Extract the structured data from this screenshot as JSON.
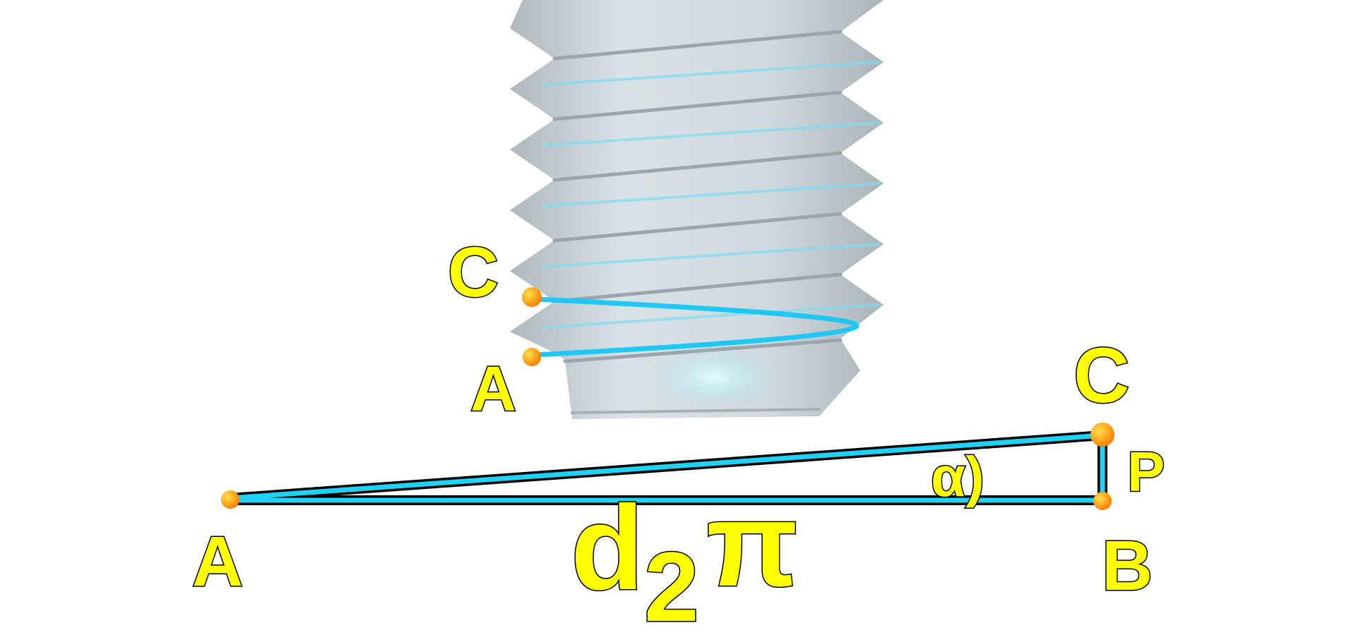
{
  "bolt_labels": {
    "start": "A",
    "end": "C"
  },
  "triangle_labels": {
    "vertex_a": "A",
    "vertex_b": "B",
    "vertex_c": "C",
    "pitch": "P",
    "angle": "α)",
    "base_main": "d",
    "base_sub": "2",
    "base_pi": "π"
  },
  "colors": {
    "label": "#ffff00",
    "line": "#1ed2f5",
    "point": "#ffa500",
    "bolt": "#c8d4da"
  }
}
